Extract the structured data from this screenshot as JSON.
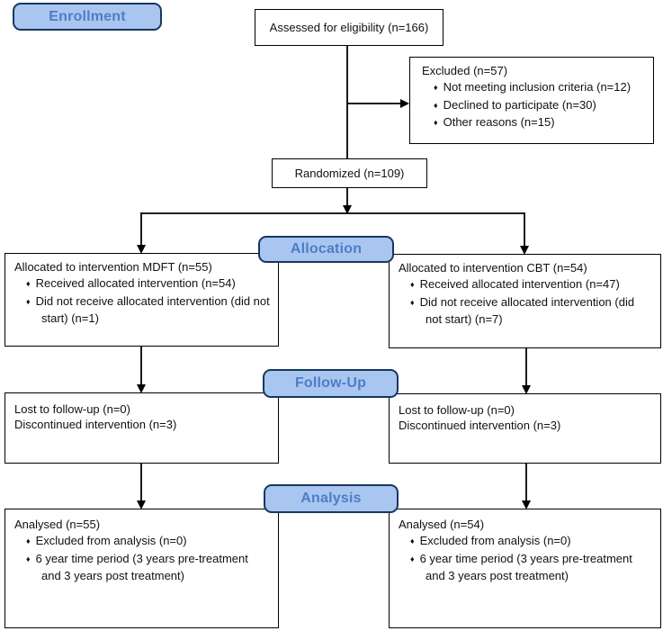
{
  "labels": {
    "enrollment": "Enrollment",
    "allocation": "Allocation",
    "followup": "Follow-Up",
    "analysis": "Analysis"
  },
  "boxes": {
    "assessed": "Assessed for eligibility (n=166)",
    "randomized": "Randomized (n=109)",
    "excluded": {
      "title": "Excluded (n=57)",
      "items": [
        "Not meeting inclusion criteria (n=12)",
        "Declined to participate (n=30)",
        "Other reasons (n=15)"
      ]
    },
    "alloc_left": {
      "title": "Allocated to intervention MDFT (n=55)",
      "items": [
        "Received allocated intervention (n=54)",
        "Did not receive allocated intervention (did not start) (n=1)"
      ]
    },
    "alloc_right": {
      "title": "Allocated to intervention CBT (n=54)",
      "items": [
        "Received allocated intervention (n=47)",
        "Did not receive allocated intervention (did not start) (n=7)"
      ]
    },
    "fu_left": {
      "lines": [
        "Lost to follow-up (n=0)",
        "Discontinued intervention (n=3)"
      ]
    },
    "fu_right": {
      "lines": [
        "Lost to follow-up (n=0)",
        "Discontinued intervention (n=3)"
      ]
    },
    "an_left": {
      "title": "Analysed (n=55)",
      "items": [
        "Excluded from analysis (n=0)",
        "6 year time period (3 years pre-treatment and 3 years post treatment)"
      ]
    },
    "an_right": {
      "title": "Analysed (n=54)",
      "items": [
        "Excluded from analysis (n=0)",
        "6 year time period (3 years pre-treatment and 3 years post treatment)"
      ]
    }
  },
  "glyphs": {
    "bullet": "♦"
  },
  "colors": {
    "stage_fill": "#a9c6f1",
    "stage_border": "#17375e",
    "stage_text": "#4e7dc6",
    "box_border": "#000000",
    "connector": "#000000"
  }
}
